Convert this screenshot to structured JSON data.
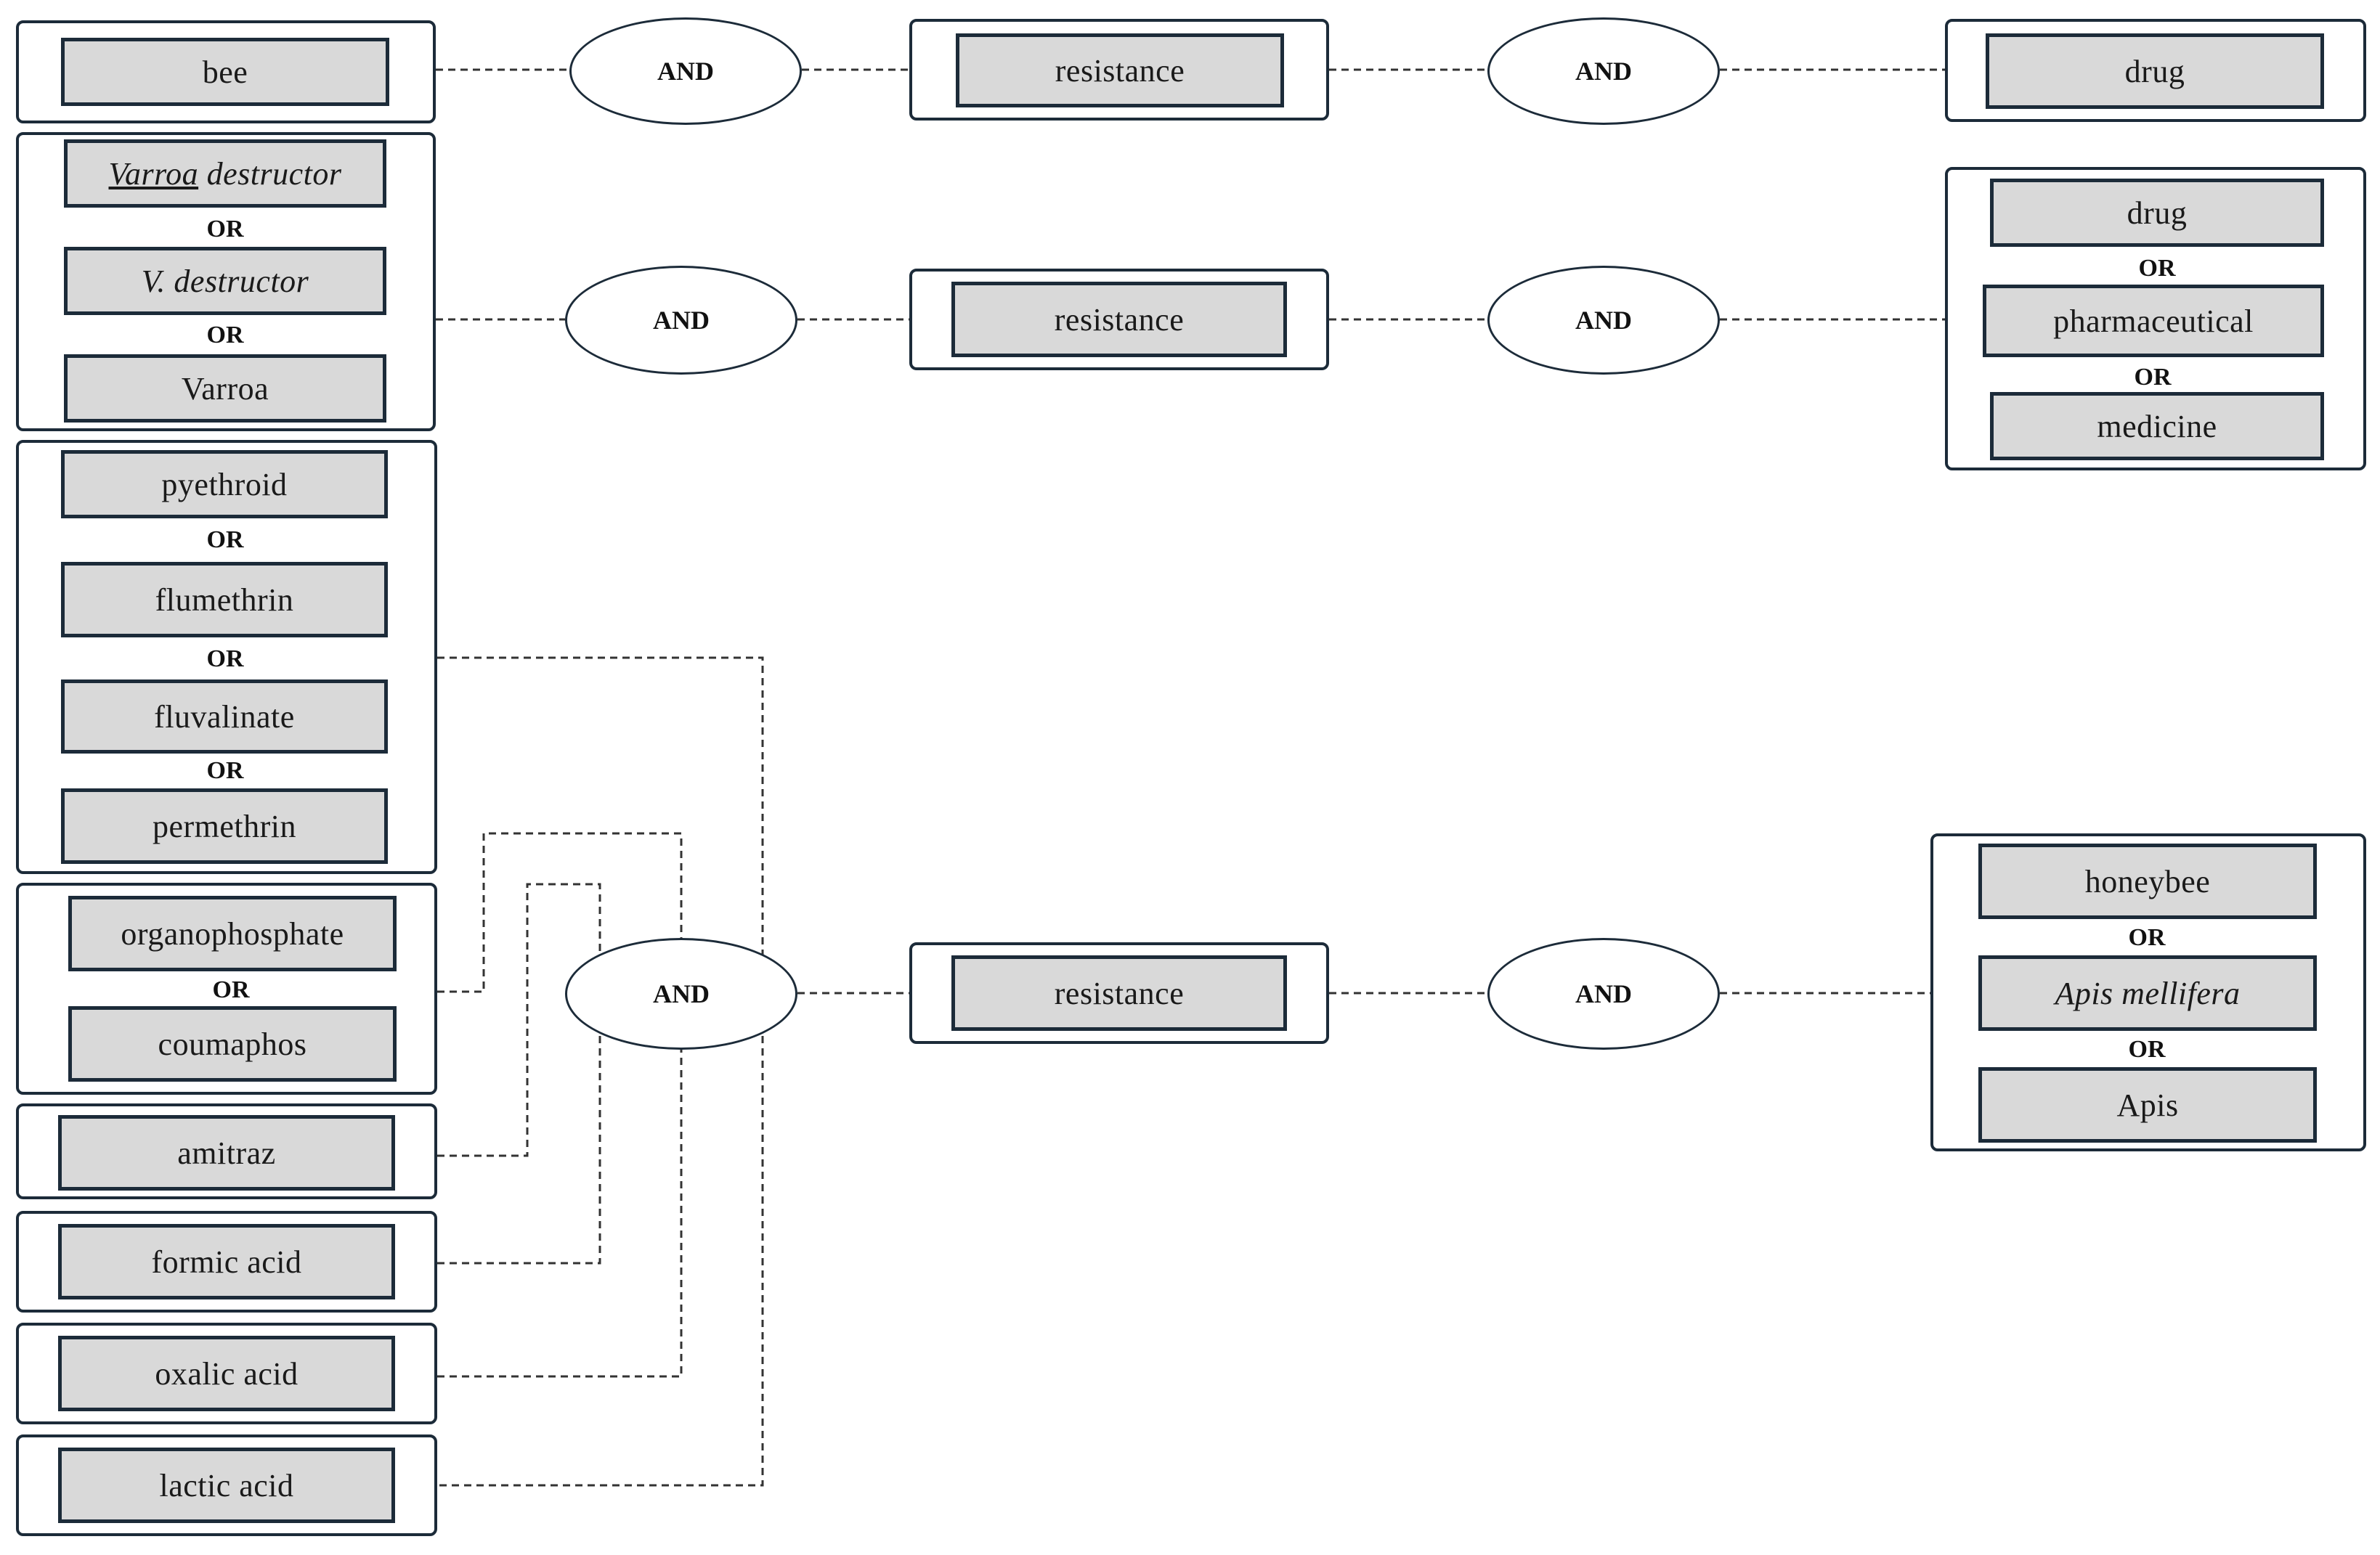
{
  "colors": {
    "box_border": "#1c2b39",
    "term_fill": "#d9d9d9",
    "connector": "#333333"
  },
  "row1": {
    "subject": [
      "bee"
    ],
    "operator1": "AND",
    "middle": "resistance",
    "operator2": "AND",
    "object": [
      "drug"
    ]
  },
  "row2": {
    "subject": [
      {
        "label": "Varroa destructor",
        "underlined_part": "Varroa",
        "rest": " destructor",
        "italic": true
      },
      {
        "label": "V. destructor",
        "italic": true
      },
      {
        "label": "Varroa",
        "italic": false
      }
    ],
    "operator1": "AND",
    "middle": "resistance",
    "operator2": "AND",
    "object": [
      "drug",
      "pharmaceutical",
      "medicine"
    ]
  },
  "row3": {
    "pyrethroids": [
      "pyethroid",
      "flumethrin",
      "fluvalinate",
      "permethrin"
    ],
    "organophosphates": [
      "organophosphate",
      "coumaphos"
    ],
    "singles": [
      "amitraz",
      "formic acid",
      "oxalic acid",
      "lactic acid"
    ],
    "operator1": "AND",
    "middle": "resistance",
    "operator2": "AND",
    "object": [
      {
        "label": "honeybee",
        "italic": false
      },
      {
        "label": "Apis mellifera",
        "italic": true
      },
      {
        "label": "Apis",
        "italic": false
      }
    ]
  },
  "or_label": "OR"
}
